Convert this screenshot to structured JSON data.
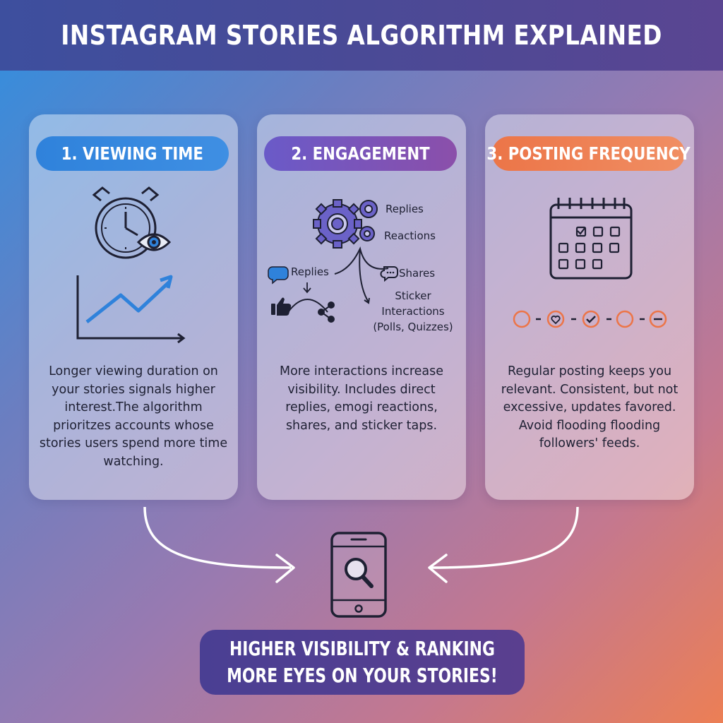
{
  "title": "INSTAGRAM STORIES ALGORITHM EXPLAINED",
  "cards": [
    {
      "heading": "1. VIEWING TIME",
      "description": "Longer viewing duration on your stories signals higher interest.The algorithm prioritzes accounts whose stories users spend more time watching.",
      "icons": [
        "stopwatch-icon",
        "eye-icon",
        "trending-up-chart-icon"
      ]
    },
    {
      "heading": "2. ENGAGEMENT",
      "description": "More interactions increase visibility. Includes direct replies, emogi reactions, shares, and sticker taps.",
      "labels": {
        "replies_top": "Replies",
        "reactions": "Reactions",
        "replies_left": "Replies",
        "shares": "Shares",
        "sticker_line1": "Sticker",
        "sticker_line2": "Interactions",
        "sticker_line3": "(Polls, Quizzes)"
      },
      "icons": [
        "gears-icon",
        "speech-bubble-icon",
        "thumbs-up-icon",
        "share-icon"
      ]
    },
    {
      "heading": "3. POSTING FREQUENCY",
      "description": "Regular posting keeps you relevant. Consistent, but not excessive, updates favored. Avoid flooding flooding followers' feeds.",
      "icons": [
        "calendar-icon",
        "timeline-icon"
      ]
    }
  ],
  "result": {
    "line1": "HIGHER VISIBILITY & RANKING",
    "line2": "MORE EYES ON YOUR STORIES!",
    "icon": "phone-search-icon"
  },
  "colors": {
    "blue": "#2f82db",
    "purple": "#7a55b8",
    "orange": "#ec7548",
    "banner": "#4a3f93"
  }
}
